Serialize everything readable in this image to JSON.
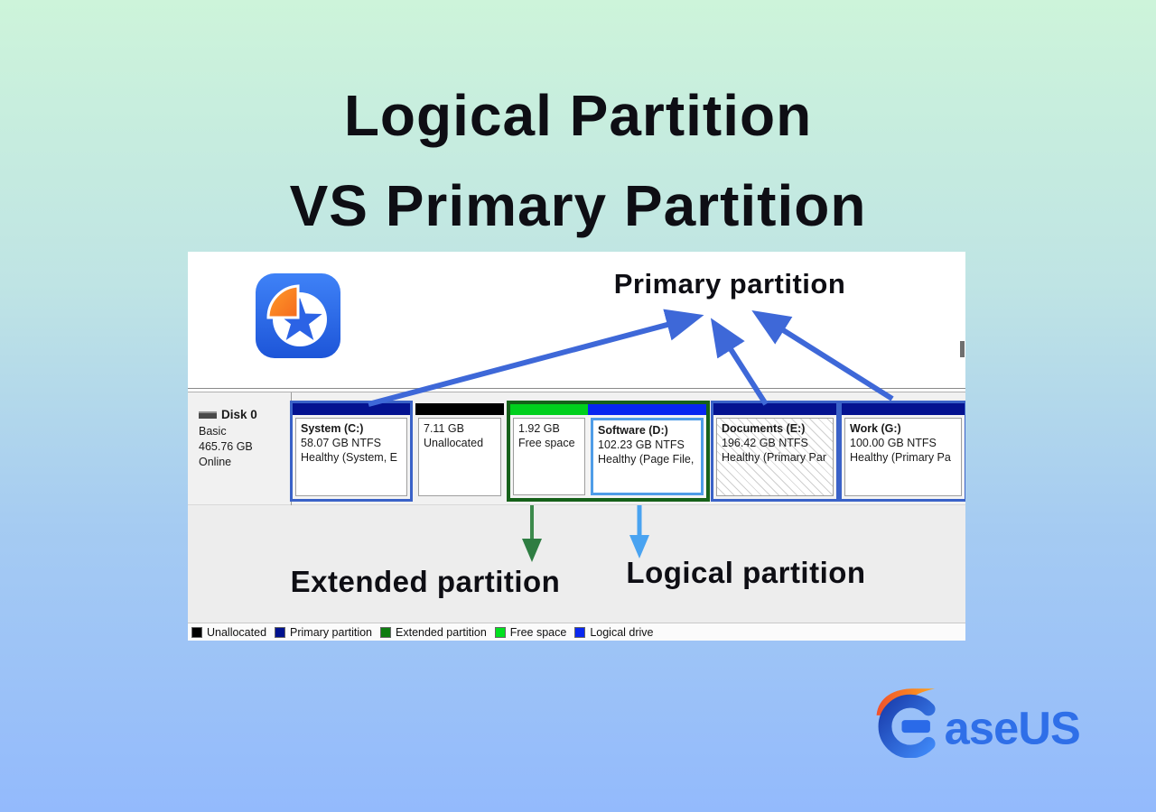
{
  "title": {
    "line1": "Logical Partition",
    "line2": "VS Primary Partition"
  },
  "annotations": {
    "primary_label": "Primary partition",
    "extended_label": "Extended partition",
    "logical_label": "Logical partition"
  },
  "disk_panel": {
    "disk_info": {
      "name": "Disk 0",
      "type": "Basic",
      "size": "465.76 GB",
      "status": "Online"
    },
    "partitions": [
      {
        "label": "System  (C:)",
        "line2": "58.07 GB NTFS",
        "line3": "Healthy (System, E",
        "bar_color": "#041290"
      },
      {
        "label": "",
        "line2": "7.11 GB",
        "line3": "Unallocated",
        "bar_color": "#000000"
      },
      {
        "label": "",
        "line2": "1.92 GB",
        "line3": "Free space",
        "bar_color": "#00d01d"
      },
      {
        "label": "Software  (D:)",
        "line2": "102.23 GB NTFS",
        "line3": "Healthy (Page File,",
        "bar_color": "#0726f0"
      },
      {
        "label": "Documents  (E:)",
        "line2": "196.42 GB NTFS",
        "line3": "Healthy (Primary Par",
        "bar_color": "#041290"
      },
      {
        "label": "Work  (G:)",
        "line2": "100.00 GB NTFS",
        "line3": "Healthy (Primary Pa",
        "bar_color": "#041290"
      }
    ],
    "legend": [
      {
        "label": "Unallocated",
        "color": "#000000"
      },
      {
        "label": "Primary partition",
        "color": "#00128e"
      },
      {
        "label": "Extended partition",
        "color": "#0e7c10"
      },
      {
        "label": "Free space",
        "color": "#00e01f"
      },
      {
        "label": "Logical drive",
        "color": "#0a28f0"
      }
    ]
  },
  "logo": {
    "text": "aseUS"
  },
  "colors": {
    "bg_top": "#cdf4da",
    "bg_bottom": "#93bafc",
    "arrow_blue": "#3e68d8",
    "arrow_green": "#3c8a4c",
    "arrow_light_blue": "#49a3f1",
    "primary_border": "#3a62c8",
    "extended_border": "#16611a",
    "selected_border": "#4f9de8",
    "logo_blue": "#2f6fe8",
    "logo_orange": "#f97316"
  }
}
